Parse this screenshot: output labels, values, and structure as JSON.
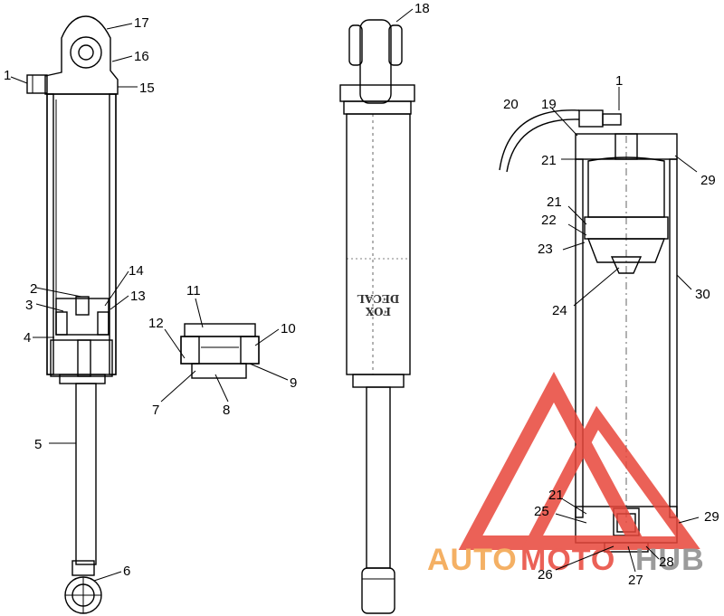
{
  "part_labels": [
    "1",
    "2",
    "3",
    "4",
    "5",
    "6",
    "7",
    "8",
    "9",
    "10",
    "11",
    "12",
    "13",
    "14",
    "15",
    "16",
    "17",
    "18",
    "19",
    "20",
    "21",
    "21",
    "21",
    "22",
    "23",
    "24",
    "25",
    "26",
    "27",
    "28",
    "29",
    "29",
    "30",
    "1"
  ],
  "decal_text": {
    "line1": "FOX",
    "line2": "DECAL"
  },
  "watermark": {
    "part1": "AUTO",
    "part2": "MOTO",
    "part3": "HUB"
  },
  "colors": {
    "watermark_red": "#e8463a",
    "watermark_orange": "#f3a34a",
    "watermark_gray": "#8a8a8a",
    "line": "#000000"
  }
}
